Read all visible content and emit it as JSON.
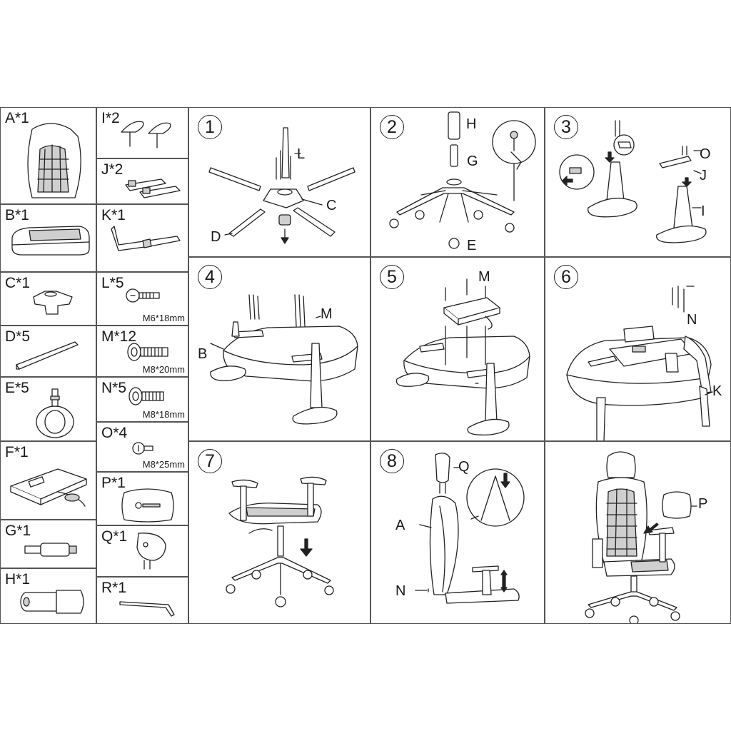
{
  "parts": {
    "A": {
      "label": "A*1"
    },
    "B": {
      "label": "B*1"
    },
    "C": {
      "label": "C*1"
    },
    "D": {
      "label": "D*5"
    },
    "E": {
      "label": "E*5"
    },
    "F": {
      "label": "F*1"
    },
    "G": {
      "label": "G*1"
    },
    "H": {
      "label": "H*1"
    },
    "I": {
      "label": "I*2"
    },
    "J": {
      "label": "J*2"
    },
    "K": {
      "label": "K*1"
    },
    "L": {
      "label": "L*5",
      "spec": "M6*18mm"
    },
    "M": {
      "label": "M*12",
      "spec": "M8*20mm"
    },
    "N": {
      "label": "N*5",
      "spec": "M8*18mm"
    },
    "O": {
      "label": "O*4",
      "spec": "M8*25mm"
    },
    "P": {
      "label": "P*1"
    },
    "Q": {
      "label": "Q*1"
    },
    "R": {
      "label": "R*1"
    }
  },
  "steps": [
    {
      "number": "1",
      "callouts": [
        "L",
        "C",
        "D"
      ]
    },
    {
      "number": "2",
      "callouts": [
        "H",
        "G",
        "E"
      ]
    },
    {
      "number": "3",
      "callouts": [
        "O",
        "J",
        "I"
      ]
    },
    {
      "number": "4",
      "callouts": [
        "M",
        "B"
      ]
    },
    {
      "number": "5",
      "callouts": [
        "M"
      ]
    },
    {
      "number": "6",
      "callouts": [
        "N",
        "K"
      ]
    },
    {
      "number": "7",
      "callouts": []
    },
    {
      "number": "8",
      "callouts": [
        "Q",
        "A",
        "N"
      ]
    },
    {
      "number": "",
      "callouts": [
        "P"
      ]
    }
  ]
}
